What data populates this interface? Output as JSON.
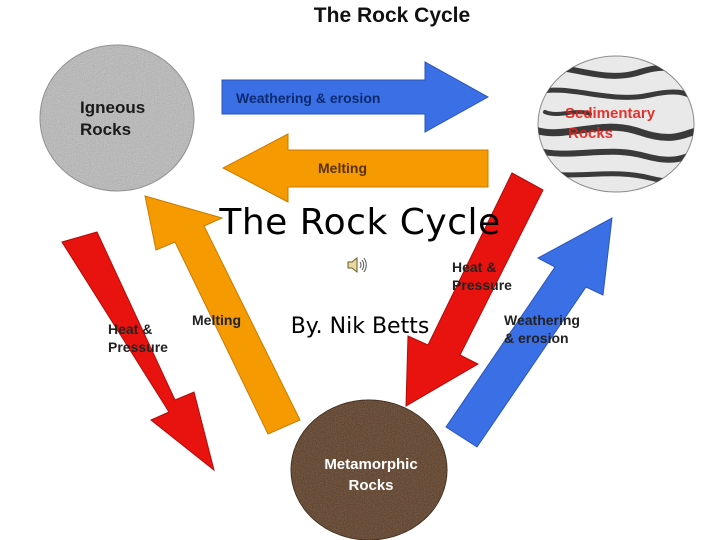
{
  "diagram": {
    "heading": "The Rock Cycle",
    "nodes": {
      "igneous": "Igneous\nRocks",
      "sedimentary": "Sedimentary\nRocks",
      "metamorphic": "Metamorphic\nRocks"
    },
    "arrows": {
      "top_right": "Weathering & erosion",
      "top_left": "Melting",
      "left_red": "Heat &\nPressure",
      "left_orange": "Melting",
      "right_red": "Heat &\nPressure",
      "right_blue": "Weathering\n& erosion"
    },
    "colors": {
      "blue_arrow": "#3b6fe6",
      "orange_arrow": "#f59a00",
      "red_arrow": "#e8120e",
      "igneous_rock": "#b8b8b8",
      "metamorphic_rock": "#5a3a22",
      "sedimentary_label": "#e0201a"
    }
  },
  "slide": {
    "title": "The Rock Cycle",
    "subtitle": "By. Nik Betts",
    "audio_icon": "speaker-icon"
  }
}
